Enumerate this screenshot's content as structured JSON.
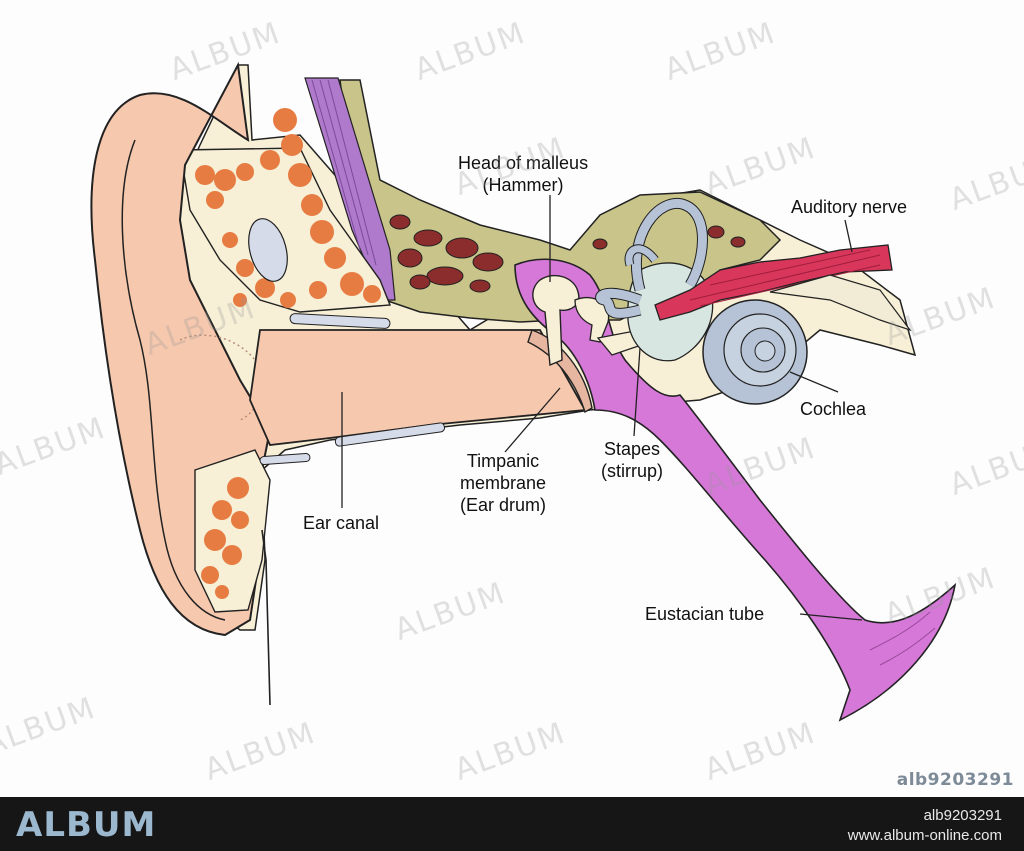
{
  "labels": {
    "head_of_malleus": "Head of malleus",
    "hammer": "(Hammer)",
    "auditory_nerve": "Auditory nerve",
    "cochlea": "Cochlea",
    "timpanic": "Timpanic",
    "membrane": "membrane",
    "ear_drum": "(Ear drum)",
    "stapes": "Stapes",
    "stirrup": "(stirrup)",
    "ear_canal": "Ear canal",
    "eustacian_tube": "Eustacian tube"
  },
  "watermark": {
    "text": "ALBUM",
    "image_id": "alb9203291"
  },
  "footer": {
    "logo": "ALBUM",
    "image_id": "alb9203291",
    "website": "www.album-online.com"
  },
  "colors": {
    "skin": "#f6c8ae",
    "bone": "#c9c48a",
    "marrow": "#8b2d2d",
    "fat": "#e77c43",
    "tissue": "#f7efd6",
    "ossicle_purple": "#d678d8",
    "cochlea_blue": "#b6c3d6",
    "nerve_red": "#d8365a",
    "footer_bg": "#161616",
    "logo_blue": "#9bb8cf"
  }
}
